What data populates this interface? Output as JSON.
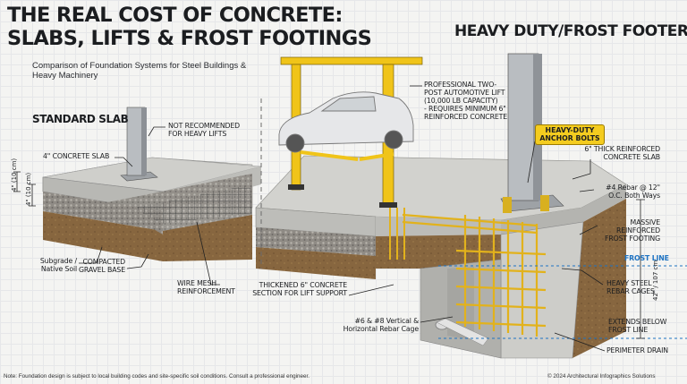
{
  "header": {
    "title_line1": "THE REAL COST OF CONCRETE:",
    "title_line2": "SLABS, LIFTS & FROST FOOTINGS",
    "subtitle": "Comparison of Foundation Systems for Steel Buildings & Heavy Machinery"
  },
  "right_title": "HEAVY DUTY/FROST FOOTER",
  "standard_slab": {
    "title": "STANDARD SLAB",
    "labels": {
      "not_recommended": "NOT RECOMMENDED\nFOR HEAVY LIFTS",
      "concrete_slab": "4\" CONCRETE SLAB",
      "subgrade": "Subgrade /\nNative Soil",
      "gravel": "COMPACTED\nGRAVEL BASE",
      "wire_mesh": "WIRE MESH\nREINFORCEMENT"
    },
    "dimensions": [
      "4\" (10 cm)",
      "4\" (10 cm)"
    ]
  },
  "lift": {
    "label": "PROFESSIONAL TWO-\nPOST AUTOMOTIVE LIFT\n(10,000 LB CAPACITY)\n- REQUIRES MINIMUM 6\"\nREINFORCED CONCRETE",
    "thickened": "THICKENED 6\" CONCRETE\nSECTION FOR LIFT SUPPORT",
    "rebar_cage": "#6 & #8 Vertical &\nHorizontal Rebar Cage"
  },
  "frost_footer": {
    "anchor_bolts": "HEAVY-DUTY\nANCHOR BOLTS",
    "slab": "6\" THICK REINFORCED\nCONCRETE SLAB",
    "rebar_spacing": "#4 Rebar @ 12\"\nO.C. Both Ways",
    "footing": "MASSIVE\nREINFORCED\nFROST FOOTING",
    "frost_line": "FROST LINE",
    "rebar_cages": "HEAVY STEEL\nREBAR CAGES",
    "extends_below": "EXTENDS BELOW\nFROST LINE",
    "perimeter_drain": "PERIMETER DRAIN",
    "depth": "42\" / 107 cm"
  },
  "footer": {
    "note": "Note: Foundation design is subject to local building codes and site-specific soil conditions. Consult a professional engineer.",
    "copyright": "© 2024 Architectural Infographics Solutions"
  },
  "colors": {
    "concrete": "#c9c9c6",
    "concrete_dark": "#a9a9a5",
    "soil": "#8b6a43",
    "gravel": "#9a9690",
    "rebar": "#e2b21c",
    "lift_yellow": "#f0c419",
    "frost_line": "#1e73c2",
    "steel": "#b4b8bd"
  }
}
